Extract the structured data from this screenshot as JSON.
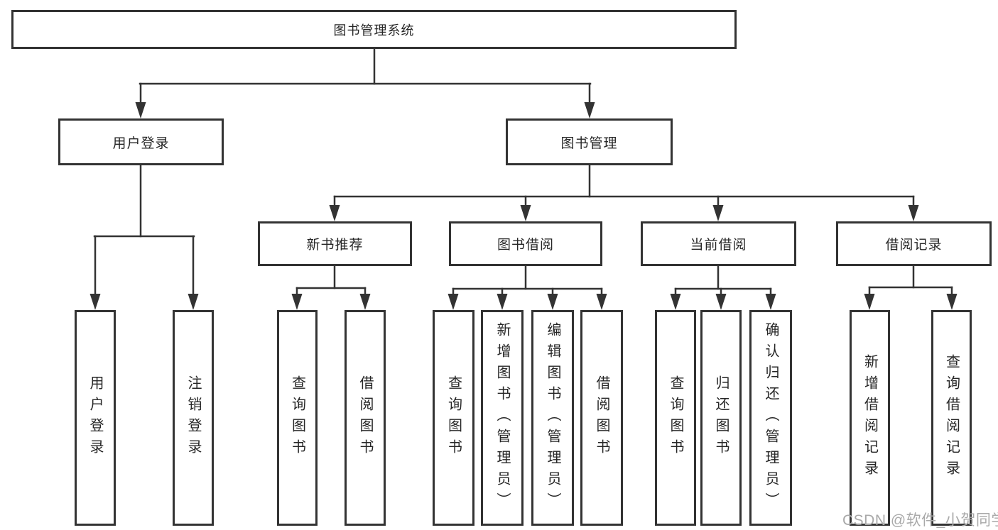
{
  "colors": {
    "line": "#333333",
    "text": "#262626",
    "background": "#ffffff",
    "watermark_gray": "#a9a9a9"
  },
  "diagram": {
    "root": {
      "label": "图书管理系统"
    },
    "branches": {
      "user_login": {
        "label": "用户登录",
        "leaves": [
          "用户登录",
          "注销登录"
        ]
      },
      "book_management": {
        "label": "图书管理",
        "children": {
          "new_books": {
            "label": "新书推荐",
            "leaves": [
              "查询图书",
              "借阅图书"
            ]
          },
          "book_borrow": {
            "label": "图书借阅",
            "leaves": [
              "查询图书",
              "新增图书（管理员）",
              "编辑图书（管理员）",
              "借阅图书"
            ]
          },
          "current_borrow": {
            "label": "当前借阅",
            "leaves": [
              "查询图书",
              "归还图书",
              "确认归还（管理员）"
            ]
          },
          "borrow_records": {
            "label": "借阅记录",
            "leaves": [
              "新增借阅记录",
              "查询借阅记录"
            ]
          }
        }
      }
    }
  },
  "watermark": {
    "text": "CSDN @软件_小贺同学"
  }
}
